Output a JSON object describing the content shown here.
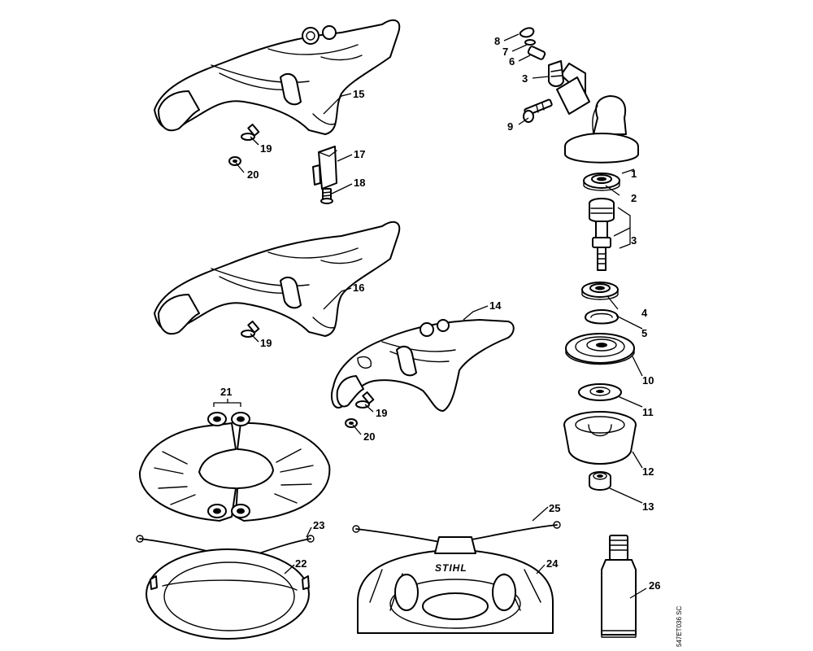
{
  "labels": {
    "l1": "1",
    "l2": "2",
    "l3a": "3",
    "l3b": "3",
    "l4": "4",
    "l5": "5",
    "l6": "6",
    "l7": "7",
    "l8": "8",
    "l9": "9",
    "l10": "10",
    "l11": "11",
    "l12": "12",
    "l13": "13",
    "l14": "14",
    "l15": "15",
    "l16": "16",
    "l17": "17",
    "l18": "18",
    "l19a": "19",
    "l19b": "19",
    "l19c": "19",
    "l20a": "20",
    "l20b": "20",
    "l21": "21",
    "l22": "22",
    "l23": "23",
    "l24": "24",
    "l25": "25",
    "l26": "26"
  },
  "brand_text": "STIHL",
  "drawing_code": "547ET036 SC"
}
